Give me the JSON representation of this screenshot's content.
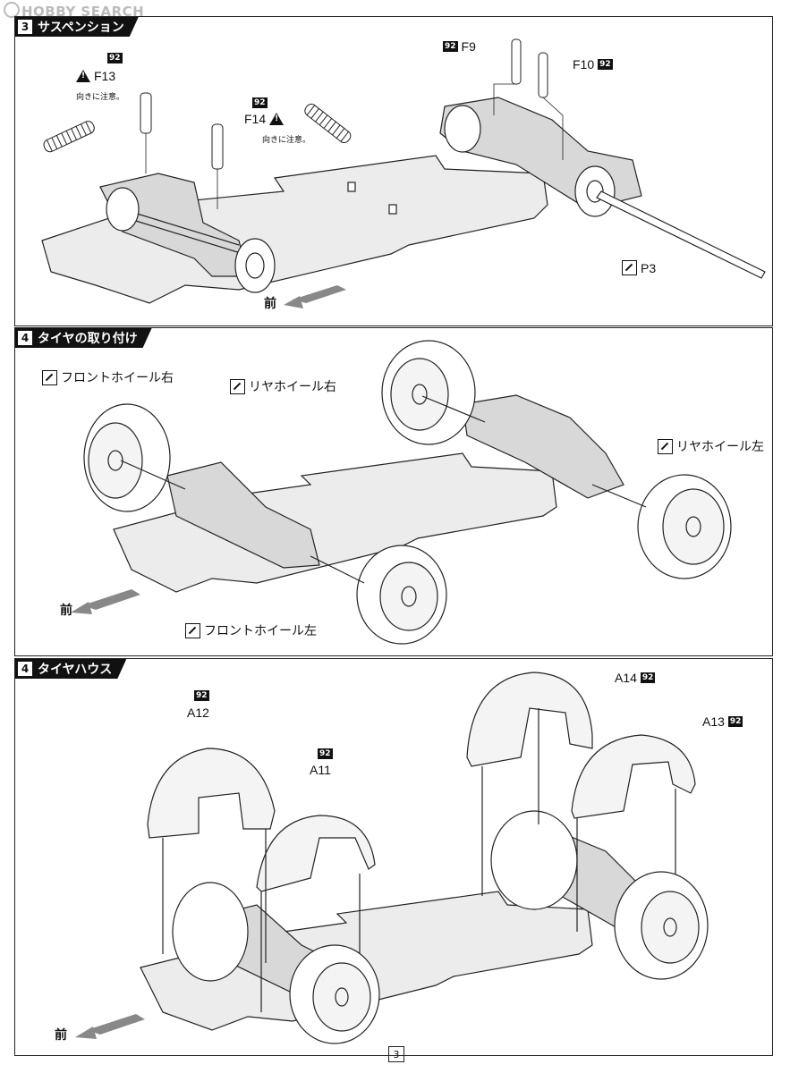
{
  "watermark": "HOBBY SEARCH",
  "page_number": "3",
  "front_label": "前",
  "steps": [
    {
      "number": "3",
      "title": "サスペンション",
      "labels": {
        "f13": "F13",
        "f14": "F14",
        "f9": "F9",
        "f10": "F10",
        "p3": "P3",
        "badge": "92",
        "note": "向きに注意。"
      }
    },
    {
      "number": "4",
      "title": "タイヤの取り付け",
      "labels": {
        "front_right": "フロントホイール右",
        "rear_right": "リヤホイール右",
        "rear_left": "リヤホイール左",
        "front_left": "フロントホイール左"
      }
    },
    {
      "number": "4",
      "title": "タイヤハウス",
      "labels": {
        "a12": "A12",
        "a11": "A11",
        "a14": "A14",
        "a13": "A13",
        "badge": "92"
      }
    }
  ]
}
